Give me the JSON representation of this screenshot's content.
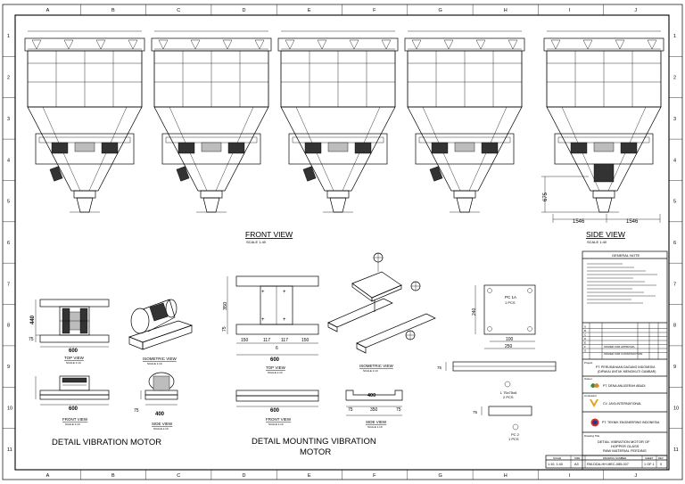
{
  "grid": {
    "columns": [
      "A",
      "B",
      "C",
      "D",
      "E",
      "F",
      "G",
      "H",
      "I",
      "J"
    ],
    "rows": [
      "1",
      "2",
      "3",
      "4",
      "5",
      "6",
      "7",
      "8",
      "9",
      "10",
      "11"
    ]
  },
  "views": {
    "front_view": "FRONT VIEW",
    "front_scale": "SCALE 1:40",
    "side_view": "SIDE VIEW",
    "side_scale": "SCALE 1:40",
    "side_dims": {
      "left": "1546",
      "right": "1546",
      "height": "675"
    },
    "top_view": "TOP VIEW",
    "isometric_view": "ISOMETRIC VIEW",
    "front_view_small": "FRONT VIEW",
    "side_view_small": "SIDE VIEW",
    "scale_small": "SCALE 1:10"
  },
  "details": {
    "vibration_motor": "DETAIL VIBRATION MOTOR",
    "mounting_line1": "DETAIL MOUNTING VIBRATION",
    "mounting_line2": "MOTOR"
  },
  "dims": {
    "motor_width": "600",
    "motor_height": "440",
    "motor_small": "75",
    "motor_side": "400",
    "mount_top_width": "600",
    "mount_h1": "350",
    "mount_h2": "75",
    "mount_segs": [
      "150",
      "117",
      "117",
      "150"
    ],
    "mount_center": "6",
    "mount_front_width": "600",
    "mount_side_dims": [
      "75",
      "350",
      "75"
    ],
    "mount_side_total": "400",
    "plate_a_w1": "100",
    "plate_a_w2": "250",
    "plate_a_h": "240",
    "plate_a_label": "PC 1A",
    "plate_a_qty": "1 PCS",
    "plate_b_label": "L 75x75x6",
    "plate_b_qty": "2 PCS",
    "plate_b_h": "75",
    "plate_c_label": "PC 2",
    "plate_c_qty": "1 PCS",
    "plate_c_h": "75"
  },
  "title_block": {
    "notes_header": "GENERAL NOTE",
    "project_label": "Project",
    "project_line1": "PT. PERUSAHAAN DAGANG INDONESIA",
    "project_line2": "(DIPAKAI UNTUK MENGIKUTI GAMBAR)",
    "owner_label": "Owner",
    "owner_company": "PT. DENA ANUGERAH ABADI",
    "contractor_label": "Contractor",
    "contractor_company": "CV. JAYA INTERNATIONAL",
    "consultant_company": "PT. TEKNIK ENGINEERING INDONESIA",
    "drawing_title_label": "Drawing Title",
    "drawing_title_1": "DETAIL VIBRATION MOTOR OF",
    "drawing_title_2": "HOPPER GLASS",
    "drawing_title_3": "RAW MATERIAL FEEDING",
    "revision_note": "ISSUED FOR APPROVAL",
    "revision_note2": "ISSUED FOR CONSTRUCTION",
    "footer_scale": "1:10, 1:40",
    "footer_size": "A3",
    "footer_drawing_no": "RM-DDA-HH-MEC-085-007",
    "footer_sheet": "1 OF 1",
    "footer_rev": "0",
    "footer_headers": [
      "SCALE",
      "SIZE",
      "DRAWING NUMBER",
      "SHEET",
      "REV"
    ],
    "rev_letters": [
      "A",
      "B",
      "C",
      "D",
      "E",
      "F",
      "G"
    ]
  },
  "icons": [
    "owner-logo-icon",
    "contractor-logo-icon",
    "consultant-logo-icon",
    "section-marker-icon"
  ]
}
